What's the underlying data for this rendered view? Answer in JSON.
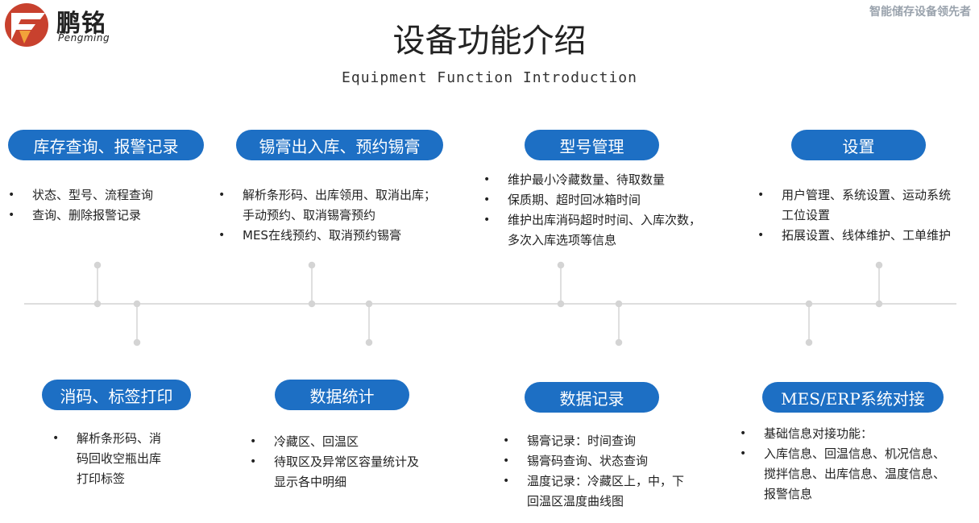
{
  "header": {
    "logo_cn": "鹏铭",
    "logo_en": "Pengming",
    "tagline": "智能储存设备领先者",
    "title": "设备功能介绍",
    "subtitle": "Equipment Function Introduction"
  },
  "colors": {
    "accent": "#1d6fc4",
    "logo_red": "#c8412e",
    "logo_gold": "#f2a33a",
    "line": "#d0d0d0"
  },
  "top": [
    {
      "label": "库存查询、报警记录",
      "items": [
        {
          "lines": [
            "状态、型号、流程查询"
          ]
        },
        {
          "lines": [
            "查询、删除报警记录"
          ]
        }
      ]
    },
    {
      "label": "锡膏出入库、预约锡膏",
      "items": [
        {
          "lines": [
            "解析条形码、出库领用、取消出库；",
            "手动预约、取消锡膏预约"
          ]
        },
        {
          "lines": [
            "MES在线预约、取消预约锡膏"
          ]
        }
      ]
    },
    {
      "label": "型号管理",
      "items": [
        {
          "lines": [
            "维护最小冷藏数量、待取数量"
          ]
        },
        {
          "lines": [
            "保质期、超时回冰箱时间"
          ]
        },
        {
          "lines": [
            "维护出库消码超时时间、入库次数，",
            "多次入库选项等信息"
          ]
        }
      ]
    },
    {
      "label": "设置",
      "items": [
        {
          "lines": [
            "用户管理、系统设置、运动系统",
            "工位设置"
          ]
        },
        {
          "lines": [
            "拓展设置、线体维护、工单维护"
          ]
        }
      ]
    }
  ],
  "bottom": [
    {
      "label": "消码、标签打印",
      "items": [
        {
          "lines": [
            "解析条形码、消",
            "码回收空瓶出库",
            "打印标签"
          ]
        }
      ]
    },
    {
      "label": "数据统计",
      "items": [
        {
          "lines": [
            "冷藏区、回温区"
          ]
        },
        {
          "lines": [
            "待取区及异常区容量统计及",
            "显示各中明细"
          ]
        }
      ]
    },
    {
      "label": "数据记录",
      "items": [
        {
          "lines": [
            "锡膏记录：时间查询"
          ]
        },
        {
          "lines": [
            "锡膏码查询、状态查询"
          ]
        },
        {
          "lines": [
            "温度记录：冷藏区上，中，下",
            "回温区温度曲线图"
          ]
        }
      ]
    },
    {
      "label": "MES/ERP系统对接",
      "items": [
        {
          "lines": [
            "基础信息对接功能："
          ]
        },
        {
          "lines": [
            "入库信息、回温信息、机况信息、",
            "搅拌信息、出库信息、温度信息、",
            "报警信息"
          ]
        }
      ]
    }
  ]
}
